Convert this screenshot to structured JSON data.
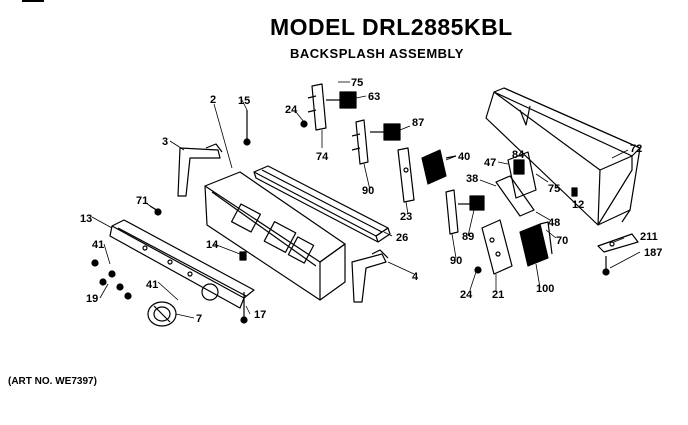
{
  "header": {
    "title": "MODEL DRL2885KBL",
    "subtitle": "BACKSPLASH ASSEMBLY"
  },
  "footer": {
    "art_no": "(ART NO. WE7397)"
  },
  "callouts": [
    "75",
    "63",
    "2",
    "15",
    "24",
    "87",
    "74",
    "3",
    "40",
    "90",
    "72",
    "47",
    "84",
    "38",
    "75",
    "71",
    "23",
    "12",
    "13",
    "48",
    "26",
    "41",
    "14",
    "89",
    "70",
    "211",
    "187",
    "4",
    "90",
    "24",
    "21",
    "100",
    "41",
    "19",
    "7",
    "17"
  ]
}
